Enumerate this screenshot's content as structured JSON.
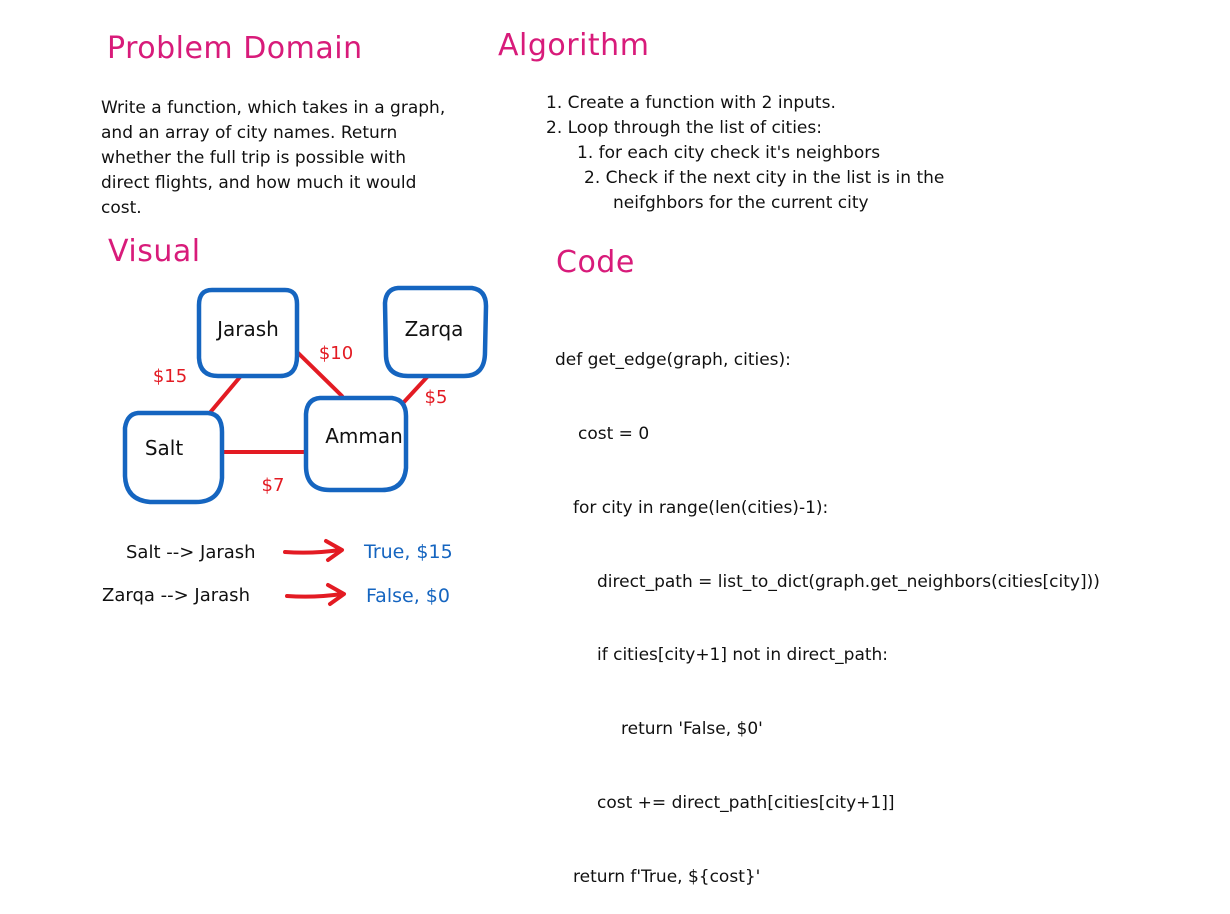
{
  "colors": {
    "heading": "#d81b7a",
    "node_outline": "#1565c0",
    "edge": "#e31b23",
    "result": "#1565c0",
    "text": "#111111"
  },
  "problem": {
    "title": "Problem Domain",
    "lines": [
      "Write a function, which takes in a graph,",
      "and an array of city names. Return",
      "whether the full trip is possible with",
      "direct flights, and how much it would",
      "cost."
    ]
  },
  "algorithm": {
    "title": "Algorithm",
    "lines": [
      "1. Create a function with 2 inputs.",
      "2. Loop through the list of cities:",
      "1. for each city check it's neighbors",
      "2. Check if the next city in the list is in the",
      "neifghbors for the current city"
    ]
  },
  "visual": {
    "title": "Visual",
    "nodes": {
      "jarash": "Jarash",
      "zarqa": "Zarqa",
      "salt": "Salt",
      "amman": "Amman"
    },
    "edges": {
      "salt_jarash": "$15",
      "jarash_amman": "$10",
      "zarqa_amman": "$5",
      "salt_amman": "$7"
    },
    "examples": [
      {
        "input": "Salt --> Jarash",
        "result": "True, $15"
      },
      {
        "input": "Zarqa --> Jarash",
        "result": "False, $0"
      }
    ]
  },
  "code": {
    "title": "Code",
    "lines": [
      "def get_edge(graph, cities):",
      "cost = 0",
      "for city in range(len(cities)-1):",
      "direct_path = list_to_dict(graph.get_neighbors(cities[city]))",
      "if cities[city+1] not in direct_path:",
      "return 'False, $0'",
      "cost += direct_path[cities[city+1]]",
      "return f'True, ${cost}'"
    ]
  }
}
